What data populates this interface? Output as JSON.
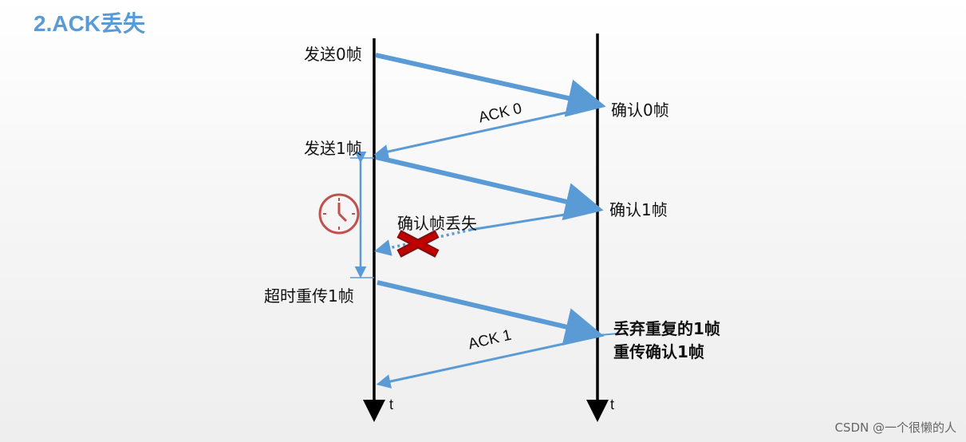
{
  "title": "2.ACK丢失",
  "sender_labels": {
    "send_frame_0": "发送0帧",
    "send_frame_1": "发送1帧",
    "timeout_resend": "超时重传1帧"
  },
  "receiver_labels": {
    "confirm_frame_0": "确认0帧",
    "confirm_frame_1": "确认1帧",
    "discard_duplicate": "丢弃重复的1帧",
    "resend_confirm": "重传确认1帧"
  },
  "messages": {
    "ack0": "ACK 0",
    "ack1": "ACK 1",
    "ack_lost": "确认帧丢失"
  },
  "axis": {
    "sender_t": "t",
    "receiver_t": "t"
  },
  "colors": {
    "arrow": "#5b9bd5",
    "clock": "#c0504d",
    "cross": "#c00000"
  },
  "watermark": "CSDN @一个很懒的人"
}
